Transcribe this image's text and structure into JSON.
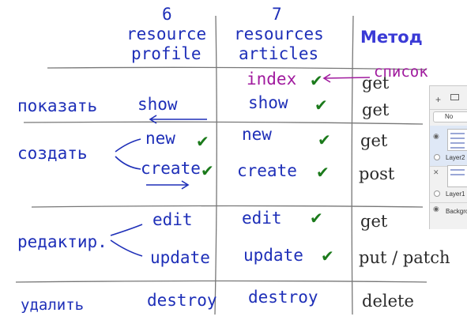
{
  "header": {
    "profile_count": "6",
    "profile_line1": "resource",
    "profile_line2": "profile",
    "articles_count": "7",
    "articles_line1": "resources",
    "articles_line2": "articles",
    "method_title": "Метод",
    "list_note": "список"
  },
  "rows": {
    "index_action": "index",
    "index_method": "get",
    "show_label_ru": "показать",
    "show_profile": "show",
    "show_articles": "show",
    "show_method": "get",
    "create_label_ru": "создать",
    "new_profile": "new",
    "new_articles": "new",
    "new_method": "get",
    "create_profile": "create",
    "create_articles": "create",
    "create_method": "post",
    "edit_label_ru": "редактир.",
    "edit_profile": "edit",
    "edit_articles": "edit",
    "edit_method": "get",
    "update_profile": "update",
    "update_articles": "update",
    "update_method": "put / patch",
    "delete_label_ru": "удалить",
    "destroy_profile": "destroy",
    "destroy_articles": "destroy",
    "destroy_method": "delete"
  },
  "marks": {
    "check_symbol": "✔",
    "check_color": "#1b7a1b",
    "ink_blue": "#1e2fb8",
    "ink_magenta": "#a01a9e",
    "title_color": "#3a3ad6"
  },
  "layers_panel": {
    "mode_label": "No",
    "layer2_name": "Layer2",
    "layer1_name": "Layer1",
    "background_name": "Backgrou"
  }
}
